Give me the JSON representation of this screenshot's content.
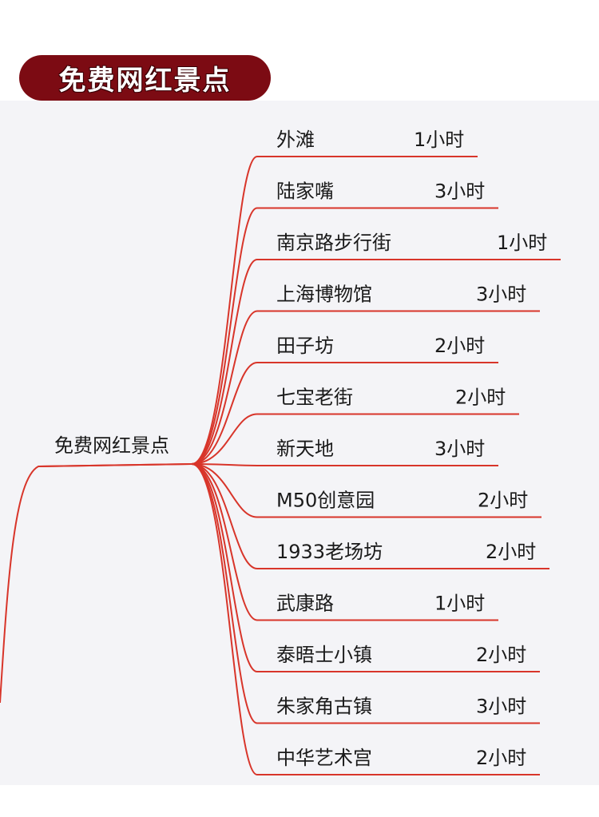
{
  "banner": {
    "title": "免费网红景点"
  },
  "root": {
    "label": "免费网红景点"
  },
  "branches": [
    {
      "name": "外滩",
      "duration": "1小时"
    },
    {
      "name": "陆家嘴",
      "duration": "3小时"
    },
    {
      "name": "南京路步行街",
      "duration": "1小时"
    },
    {
      "name": "上海博物馆",
      "duration": "3小时"
    },
    {
      "name": "田子坊",
      "duration": "2小时"
    },
    {
      "name": "七宝老街",
      "duration": "2小时"
    },
    {
      "name": "新天地",
      "duration": "3小时"
    },
    {
      "name": "M50创意园",
      "duration": "2小时"
    },
    {
      "name": "1933老场坊",
      "duration": "2小时"
    },
    {
      "name": "武康路",
      "duration": "1小时"
    },
    {
      "name": "泰晤士小镇",
      "duration": "2小时"
    },
    {
      "name": "朱家角古镇",
      "duration": "3小时"
    },
    {
      "name": "中华艺术宫",
      "duration": "2小时"
    }
  ],
  "colors": {
    "banner_bg": "#7c0b13",
    "line": "#d8352a",
    "panel_bg": "#f4f4f7",
    "text": "#1a1a1a"
  }
}
